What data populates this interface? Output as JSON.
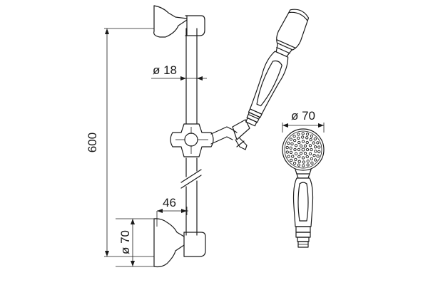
{
  "dimensions": {
    "height_label": "600",
    "rail_diameter_label": "ø 18",
    "bracket_offset_label": "46",
    "bracket_diameter_label": "ø 70",
    "handshower_diameter_label": "ø 70"
  }
}
